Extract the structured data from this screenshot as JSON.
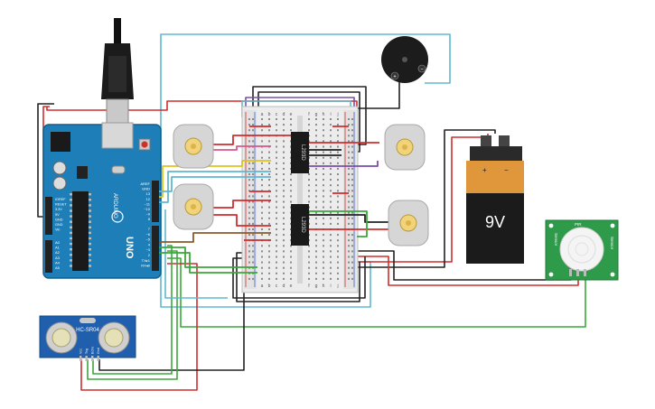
{
  "arduino": {
    "model": "UNO",
    "brand": "ARDUINO",
    "pin_labels_top": [
      "AREF",
      "GND",
      "13",
      "12",
      "~11",
      "~10",
      "~9",
      "8"
    ],
    "pin_labels_bottom": [
      "7",
      "~6",
      "~5",
      "4",
      "~3",
      "2",
      "TX▸1",
      "RX◂0"
    ],
    "power_labels": [
      "IOREF",
      "RESET",
      "3.3V",
      "5V",
      "GND",
      "GND",
      "Vin"
    ],
    "analog_labels": [
      "A0",
      "A1",
      "A2",
      "A3",
      "A4",
      "A5"
    ]
  },
  "breadboard": {
    "columns_top": [
      "a",
      "b",
      "c",
      "d",
      "e",
      "",
      "f",
      "g",
      "h",
      "i",
      "j"
    ],
    "columns_bottom": [
      "a",
      "b",
      "c",
      "d",
      "e",
      "",
      "f",
      "g",
      "h",
      "i",
      "j"
    ],
    "row_numbers": [
      "1",
      "5",
      "10",
      "15",
      "20",
      "25",
      "30"
    ]
  },
  "chips": [
    {
      "label": "L293D"
    },
    {
      "label": "L293D"
    }
  ],
  "battery": {
    "label": "9V",
    "plus": "+",
    "minus": "−"
  },
  "buzzer": {
    "plus": "+",
    "minus": "−"
  },
  "ultrasonic": {
    "model": "HC-SR04",
    "pins": [
      "Vcc",
      "Trig",
      "Echo",
      "Gnd"
    ]
  },
  "pir": {
    "left_label": "Sensor",
    "right_label": "Sensor",
    "top_label": "PIR"
  },
  "colors": {
    "wire_red": "#d12d2d",
    "wire_black": "#222222",
    "wire_green": "#3aa83a",
    "wire_cyan": "#5fb8cf",
    "wire_yellow": "#e0c21a",
    "wire_purple": "#7a4fa8",
    "wire_brown": "#8a5a2b",
    "wire_pink": "#d9568f",
    "arduino_blue": "#1e7eb8",
    "pir_green": "#2e9b4a",
    "battery_orange": "#e0963a"
  }
}
